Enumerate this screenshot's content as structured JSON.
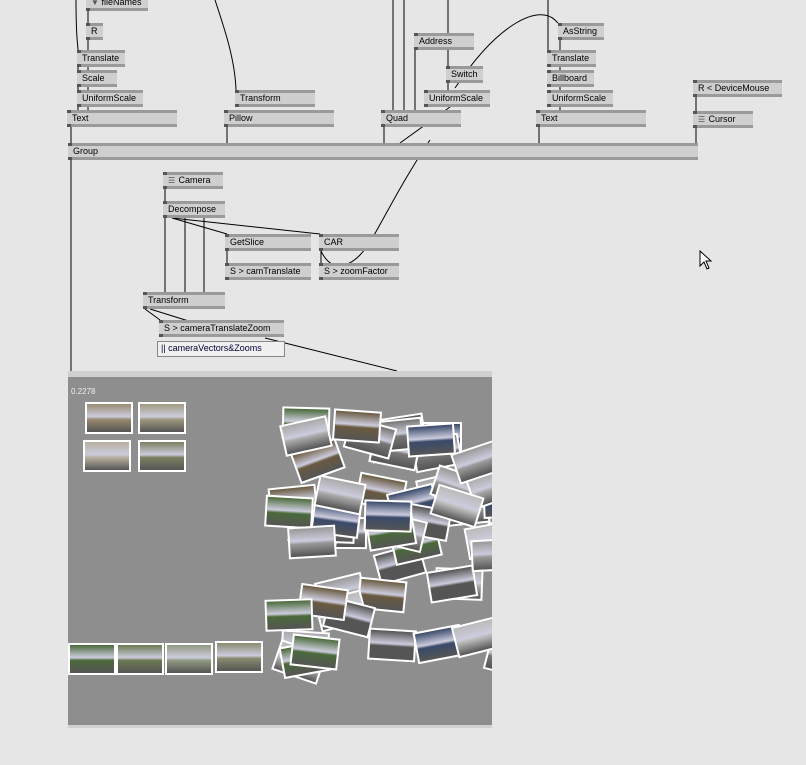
{
  "nodes": {
    "filenames": "fileNames",
    "r": "R",
    "translate1": "Translate",
    "scale": "Scale",
    "uniformscale1": "UniformScale",
    "text1": "Text",
    "transform1": "Transform",
    "pillow": "Pillow",
    "group": "Group",
    "address": "Address",
    "switch": "Switch",
    "uniformscale2": "UniformScale",
    "quad": "Quad",
    "asstring": "AsString",
    "translate2": "Translate",
    "billboard": "Billboard",
    "uniformscale3": "UniformScale",
    "text2": "Text",
    "devicemouse": "R < DeviceMouse",
    "cursor": "Cursor",
    "camera": "Camera",
    "decompose": "Decompose",
    "getslice": "GetSlice",
    "camtranslate": "S > camTranslate",
    "car": "CAR",
    "zoomfactor": "S > zoomFactor",
    "transform2": "Transform",
    "cameratranslatezoom": "S > cameraTranslateZoom",
    "iobox": "|| cameraVectors&Zooms"
  },
  "renderer": {
    "value": "0.2278"
  }
}
